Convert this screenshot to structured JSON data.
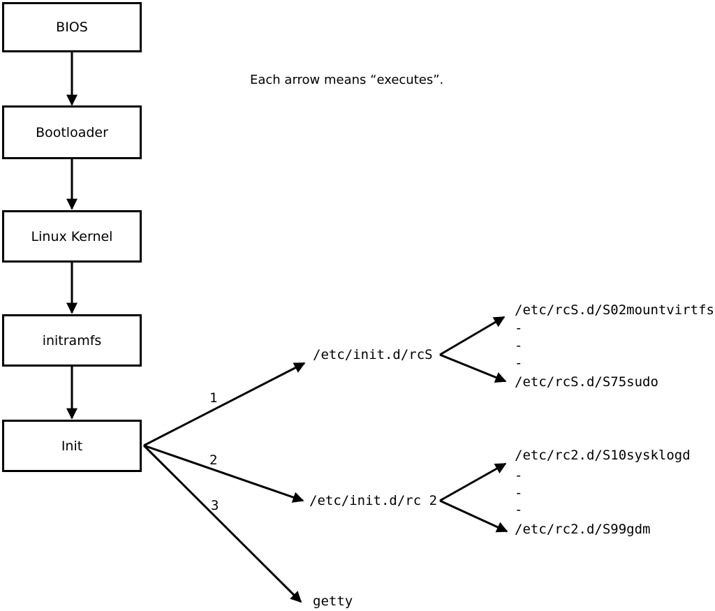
{
  "note": "Each arrow means “executes”.",
  "diagram": {
    "boxes": [
      {
        "label": "BIOS"
      },
      {
        "label": "Bootloader"
      },
      {
        "label": "Linux Kernel"
      },
      {
        "label": "initramfs"
      },
      {
        "label": "Init"
      }
    ],
    "branches": [
      {
        "number": "1",
        "target": "/etc/init.d/rcS",
        "children": [
          "/etc/rcS.d/S02mountvirtfs",
          "-",
          "-",
          "-",
          "/etc/rcS.d/S75sudo"
        ]
      },
      {
        "number": "2",
        "target": "/etc/init.d/rc 2",
        "children": [
          "/etc/rc2.d/S10sysklogd",
          "-",
          "-",
          "-",
          "/etc/rc2.d/S99gdm"
        ]
      },
      {
        "number": "3",
        "target": "getty"
      }
    ],
    "colors": {
      "line": "#000000",
      "background": "#ffffff",
      "text": "#000000"
    }
  }
}
